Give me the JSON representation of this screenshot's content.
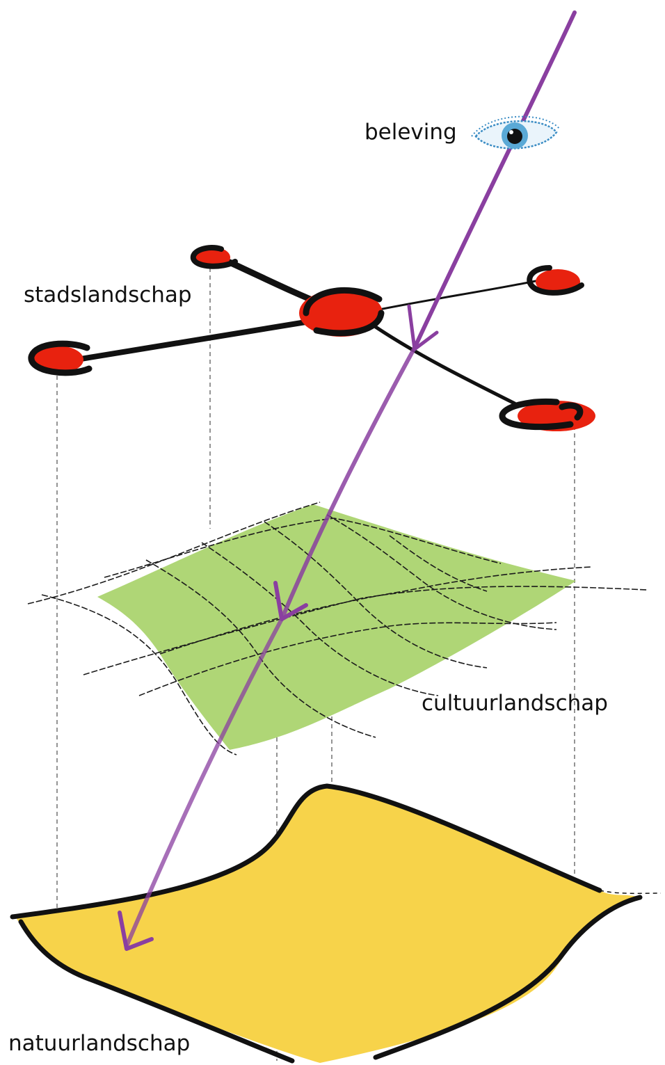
{
  "labels": {
    "beleving": "beleving",
    "stadslandschap": "stadslandschap",
    "cultuurlandschap": "cultuurlandschap",
    "natuurlandschap": "natuurlandschap"
  },
  "layers": [
    {
      "name": "beleving",
      "icon": "eye-icon"
    },
    {
      "name": "stadslandschap",
      "icon": "city-network-icon"
    },
    {
      "name": "cultuurlandschap",
      "icon": "grid-plane-icon"
    },
    {
      "name": "natuurlandschap",
      "icon": "terrain-plane-icon"
    }
  ],
  "colors": {
    "arrow": "#8a3fa0",
    "city_node": "#e8220f",
    "outline": "#111111",
    "culture_plane": "#a8d36a",
    "nature_plane": "#f7d34a",
    "eye_iris": "#5aa9d6",
    "guide_line": "#666666"
  }
}
